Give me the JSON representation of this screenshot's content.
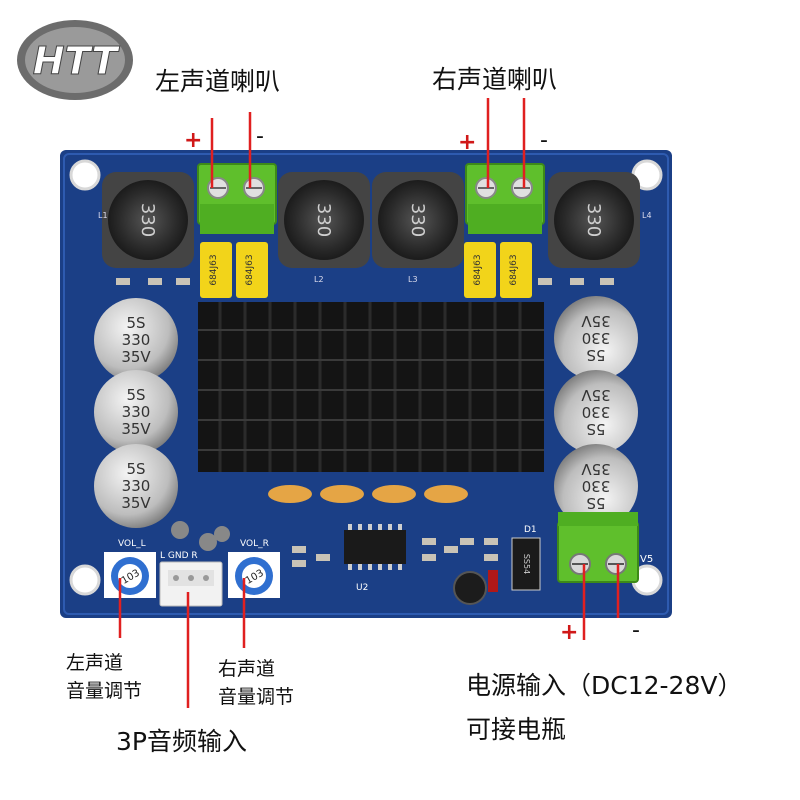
{
  "logo": {
    "text": "HTT"
  },
  "labels": {
    "left_speaker": "左声道喇叭",
    "right_speaker": "右声道喇叭",
    "left_volume_line1": "左声道",
    "left_volume_line2": "音量调节",
    "right_volume_line1": "右声道",
    "right_volume_line2": "音量调节",
    "audio_input": "3P音频输入",
    "power_input": "电源输入（DC12-28V）",
    "battery": "可接电瓶",
    "plus": "+",
    "minus": "-"
  },
  "board": {
    "inductor_text": "330",
    "cap_line1": "5S",
    "cap_line2": "330",
    "cap_line3": "35V",
    "film_cap_text": "684J63",
    "pot_left_label": "VOL_L",
    "pot_right_label": "VOL_R",
    "pot_text": "103",
    "connector_text": "L GND R",
    "ic_label": "U2",
    "diode_label": "D1",
    "diode_text": "SS54",
    "power_terminal_label": "V5",
    "inductor_labels": [
      "L1",
      "L2",
      "L3",
      "L4"
    ]
  },
  "colors": {
    "pcb": "#1b3f86",
    "terminal": "#5fbf2c",
    "film_cap": "#f2d41a",
    "heatsink": "#141414",
    "red_line": "#e02020"
  }
}
